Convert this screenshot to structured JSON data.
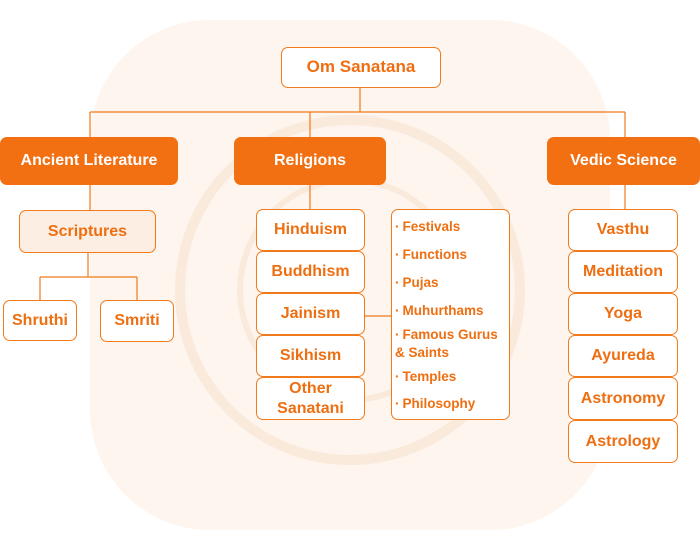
{
  "colors": {
    "accent": "#f26f12",
    "accent_text": "#ee6f12",
    "line": "#f07a1c",
    "background_shape": "#fdf5ee",
    "shaded_fill": "#fdeee3"
  },
  "root": {
    "label": "Om Sanatana"
  },
  "categories": {
    "ancient": {
      "label": "Ancient Literature"
    },
    "religions": {
      "label": "Religions"
    },
    "vedic": {
      "label": "Vedic Science"
    }
  },
  "ancient": {
    "scriptures": "Scriptures",
    "shruthi": "Shruthi",
    "smriti": "Smriti"
  },
  "religions": {
    "items": [
      "Hinduism",
      "Buddhism",
      "Jainism",
      "Sikhism",
      "Other Sanatani"
    ],
    "aspects_bullet": "·",
    "aspects": [
      "Festivals",
      "Functions",
      "Pujas",
      "Muhurthams",
      "Famous Gurus & Saints",
      "Temples",
      "Philosophy"
    ]
  },
  "vedic": {
    "items": [
      "Vasthu",
      "Meditation",
      "Yoga",
      "Ayureda",
      "Astronomy",
      "Astrology"
    ]
  }
}
